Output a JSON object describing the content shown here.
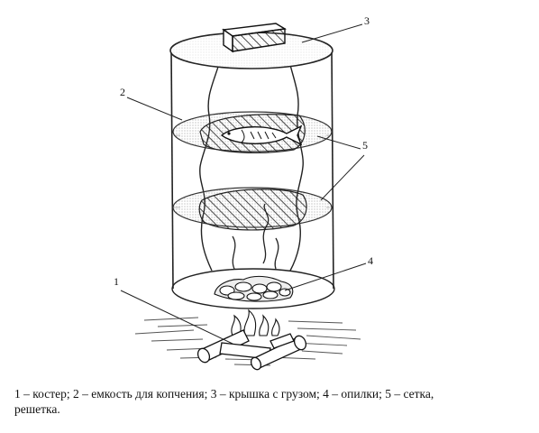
{
  "labels": {
    "l1": "1",
    "l2": "2",
    "l3": "3",
    "l4": "4",
    "l5": "5"
  },
  "caption": {
    "line1": "1 – костер; 2 – емкость для копчения; 3 – крышка с грузом; 4 – опилки; 5 – сетка,",
    "line2": "решетка."
  }
}
